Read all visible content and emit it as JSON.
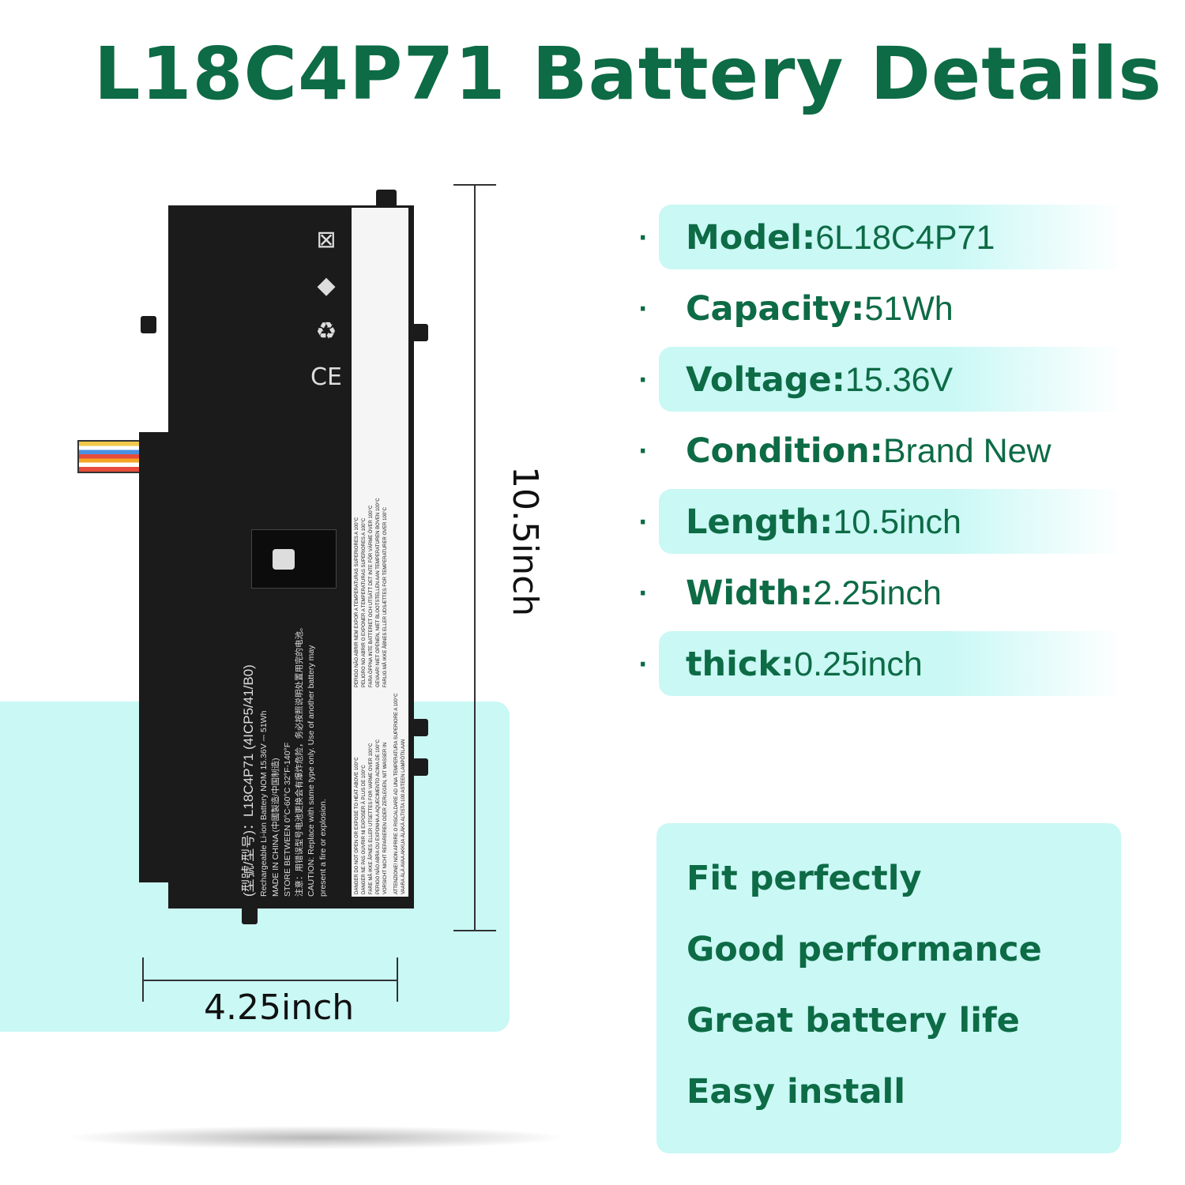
{
  "title": "L18C4P71 Battery Details",
  "colors": {
    "accent_green": "#0d6b45",
    "highlight_cyan": "#c9f8f5"
  },
  "battery_label": {
    "model_line": "(型號/型号)：L18C4P71  (4ICP5/41/B0)",
    "line1": "Rechargeable Li-ion Battery    NOM 15.36V ⎓ 51Wh",
    "line2": "MADE IN CHINA (中國製造/中国制造)",
    "line3": "STORE BETWEEN 0°C-60°C 32°F-140°F",
    "line4": "注意：用错误型号电池更换会有爆炸危险，务必按照说明处置用完的电池。",
    "line5": "CAUTION: Replace with same type only.  Use of another battery may",
    "line6": "present a fire or explosion.",
    "warnings": [
      "DANGER  DO NOT OPEN OR EXPOSE TO HEAT ABOVE 100°C",
      "DANGER  NE PAS OUVRIR NI EXPOSER À PLUS DE 100°C",
      "FARE  MÅ IKKE ÅPNES ELLER UTSETTES FOR VARME OVER 100°C",
      "PERIGO  NÃO ABRA OU EXPONHA A AQUECIMENTO ACIMA DE 100°C",
      "VORSICHT  NICHT REPARIEREN ODER ZERLEGEN, NIT WASSER IN",
      "PERIGO  NÃO ABRIR NEM EXPOR A TEMPERATURAS SUPERIORES A 100°C",
      "PELIGRO  NO ABRIR O EXPONER A TEMPERATURAS SUPERIORES A 100°C",
      "FARA  ÖPPNA INTE BATTERIET OCH UTSÄTT DET INTE FÖR VÄRME ÖVER 100°C",
      "GEVAAR!  NIET OPENEN, NIET BLOOTSTELLEN AAN TEMPERATUREN BOVEN 100°C",
      "FARLIG  MÅ IKKE ÅBNES ELLER UDSÆTTES FOR TEMPERATURER OVER 100°C",
      "ATTENZIONE!  NON APRIRE O RISCALDARE AD UNA TEMPERATURA SUPERIORE A 100°C",
      "VAARA  ÄLÄ AVAA AKKUA ÄLÄKÄ ALTISTA 100 ASTEEN LAMPÖTILAAN"
    ],
    "cert_marks": [
      "⊠",
      "◆",
      "♻",
      "CE"
    ]
  },
  "dimensions": {
    "height": "10.5inch",
    "width": "4.25inch"
  },
  "specs": [
    {
      "label": "Model:",
      "value": "6L18C4P71"
    },
    {
      "label": "Capacity:",
      "value": "51Wh"
    },
    {
      "label": "Voltage:",
      "value": " 15.36V"
    },
    {
      "label": "Condition:",
      "value": " Brand New"
    },
    {
      "label": "Length:",
      "value": "10.5inch"
    },
    {
      "label": "Width:",
      "value": "2.25inch"
    },
    {
      "label": "thick:",
      "value": "0.25inch"
    }
  ],
  "bullet": "·",
  "features": [
    "Fit perfectly",
    "Good performance",
    "Great battery life",
    "Easy install"
  ]
}
